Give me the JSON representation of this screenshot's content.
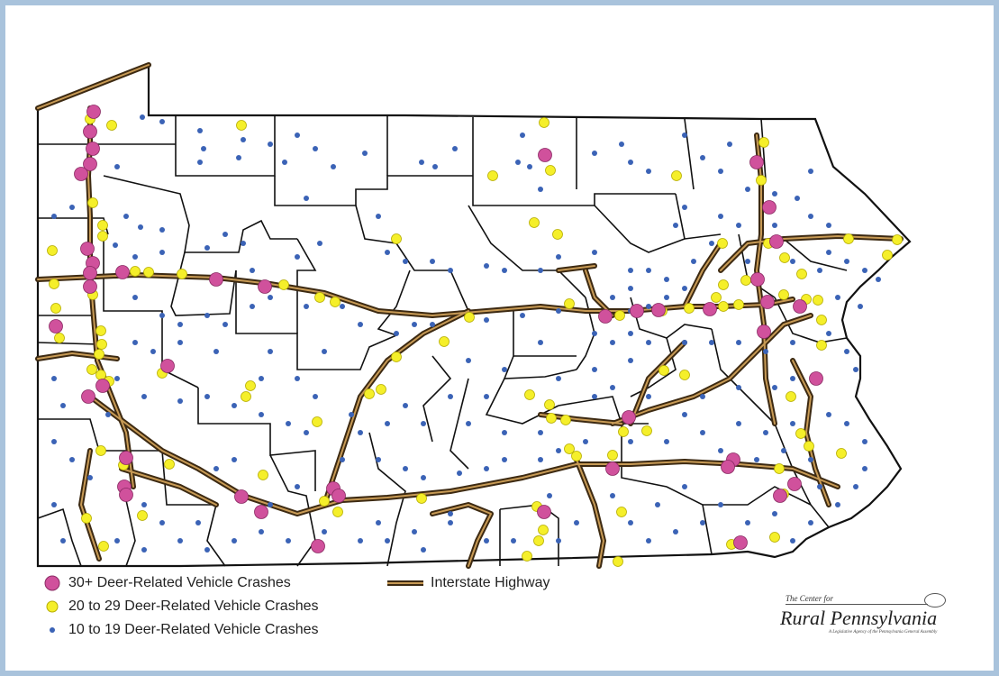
{
  "legend": {
    "crashes_30_plus": "30+ Deer-Related Vehicle Crashes",
    "crashes_20_29": "20 to 29 Deer-Related Vehicle Crashes",
    "crashes_10_19": "10 to 19 Deer-Related Vehicle Crashes",
    "interstate": "Interstate Highway"
  },
  "logo": {
    "top_line": "The Center for",
    "main_line": "Rural Pennsylvania",
    "sub_line": "A Legislative Agency of the Pennsylvania General Assembly"
  },
  "colors": {
    "crashes_30_plus": "#d0519c",
    "crashes_20_29": "#f5ef2a",
    "crashes_10_19": "#3b63b6",
    "highway_dark": "#3d2a12",
    "highway_light": "#c79a55",
    "frame_border": "#a9c3dc"
  }
}
